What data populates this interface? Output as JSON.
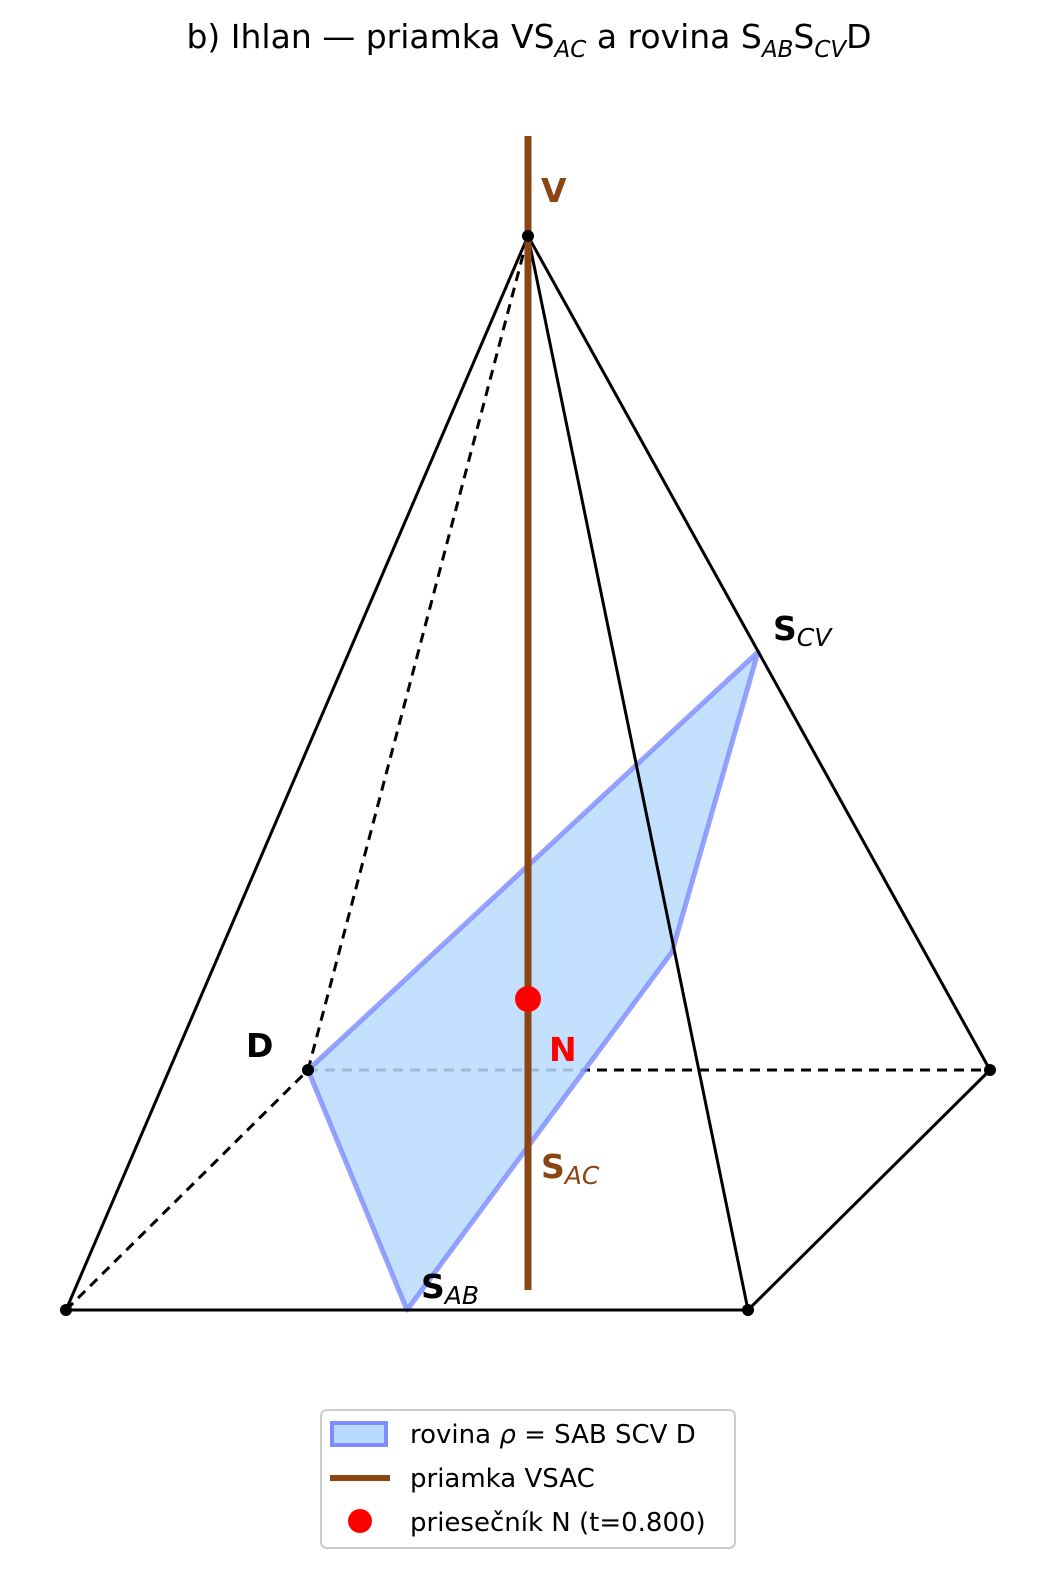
{
  "title": {
    "prefix": "b) Ihlan — priamka VS",
    "line_sub": "AC",
    "mid": " a rovina S",
    "sub1": "AB",
    "s2": "S",
    "sub2": "CV",
    "suffix": "D"
  },
  "labels": {
    "V": "V",
    "D": "D",
    "N": "N",
    "S_CV": {
      "base": "S",
      "sub": "CV"
    },
    "S_AC": {
      "base": "S",
      "sub": "AC"
    },
    "S_AB": {
      "base": "S",
      "sub": "AB"
    }
  },
  "legend": {
    "plane": {
      "pre": "rovina ",
      "sym": "ρ",
      "post": " = SAB SCV D"
    },
    "line": "priamka VSAC",
    "point": "priesečník N (t=0.800)"
  },
  "colors": {
    "edge": "#000000",
    "line": "#8B4513",
    "plane_fill": "#b8daff",
    "plane_edge": "#7f8cff",
    "point": "#ff0000"
  }
}
